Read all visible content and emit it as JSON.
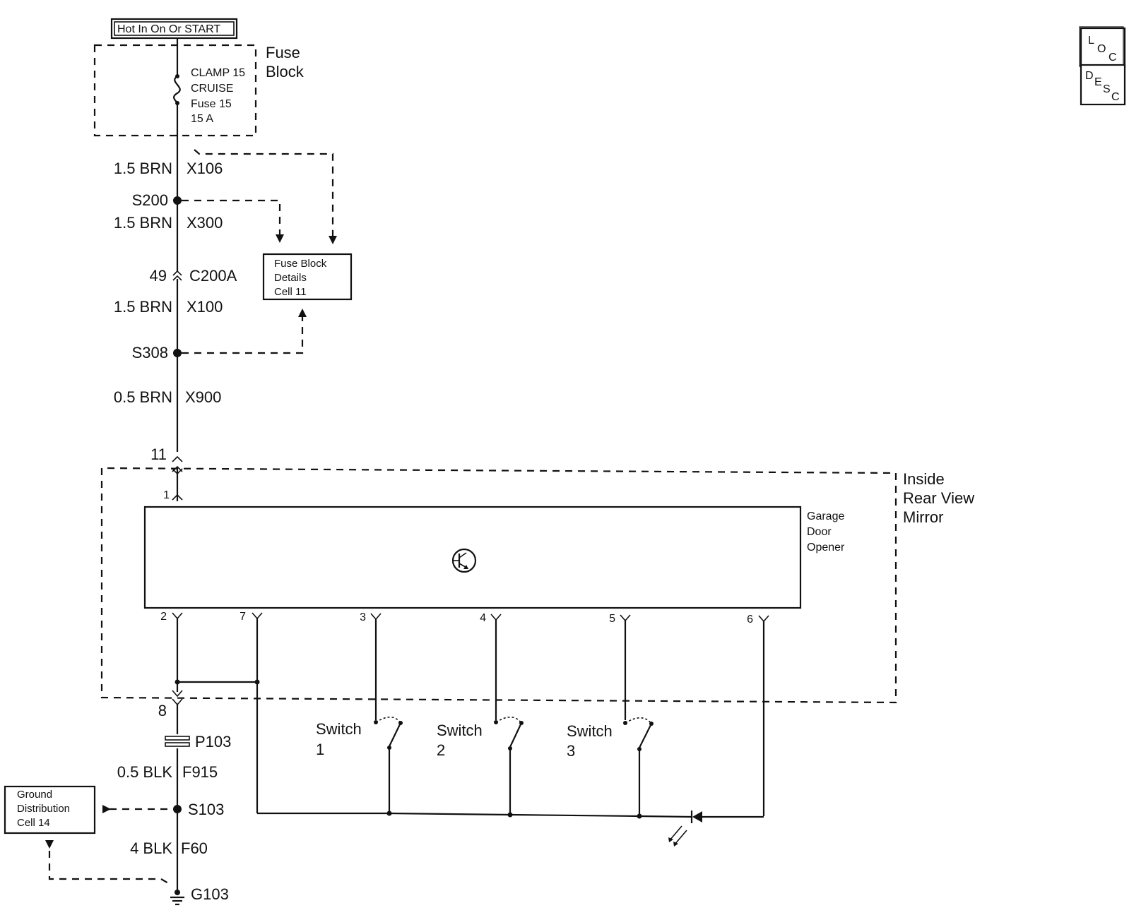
{
  "power_source": "Hot In On Or START",
  "fuse_block": {
    "title_line1": "Fuse",
    "title_line2": "Block",
    "fuse_lines": [
      "CLAMP 15",
      "CRUISE",
      "Fuse 15",
      "15 A"
    ]
  },
  "wires": [
    {
      "size_color": "1.5 BRN",
      "circuit": "X106"
    },
    {
      "size_color": "1.5 BRN",
      "circuit": "X300"
    },
    {
      "size_color": "1.5 BRN",
      "circuit": "X100"
    },
    {
      "size_color": "0.5 BRN",
      "circuit": "X900"
    },
    {
      "size_color": "0.5 BLK",
      "circuit": "F915"
    },
    {
      "size_color": "4 BLK",
      "circuit": "F60"
    }
  ],
  "splices": {
    "s200": "S200",
    "s308": "S308",
    "s103": "S103"
  },
  "connector_c200a": {
    "pin": "49",
    "name": "C200A"
  },
  "fuse_details_ref": [
    "Fuse Block",
    "Details",
    "Cell 11"
  ],
  "ground_ref": [
    "Ground",
    "Distribution",
    "Cell 14"
  ],
  "mirror": {
    "title": [
      "Inside",
      "Rear View",
      "Mirror"
    ],
    "module": [
      "Garage",
      "Door",
      "Opener"
    ],
    "pins": {
      "top_in": "11",
      "top_out": "1",
      "p2": "2",
      "p7": "7",
      "p3": "3",
      "p4": "4",
      "p5": "5",
      "p6": "6",
      "bottom": "8"
    }
  },
  "switches": [
    {
      "label": "Switch",
      "num": "1"
    },
    {
      "label": "Switch",
      "num": "2"
    },
    {
      "label": "Switch",
      "num": "3"
    }
  ],
  "p103": "P103",
  "g103": "G103",
  "nav": {
    "loc": {
      "a": "L",
      "b": "O",
      "c": "C"
    },
    "desc": {
      "a": "D",
      "b": "E",
      "c": "S",
      "d": "C"
    }
  }
}
